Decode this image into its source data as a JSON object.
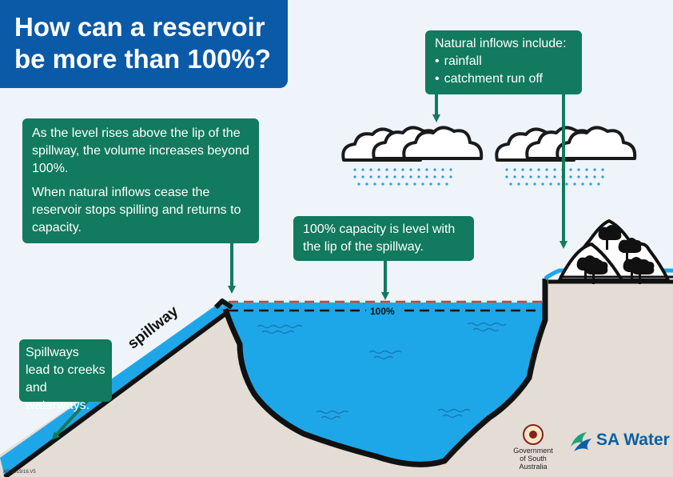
{
  "title": {
    "line1": "How can a reservoir",
    "line2": "be more than 100%?"
  },
  "callouts": {
    "rise": {
      "paragraph1": "As the level rises above the lip of the spillway, the volume increases beyond 100%.",
      "paragraph2": "When natural inflows cease the reservoir stops spilling and returns to capacity."
    },
    "inflows": {
      "heading": "Natural inflows include:",
      "items": [
        "rainfall",
        "catchment run off"
      ]
    },
    "capacity": {
      "text": "100% capacity is level with the lip of the spillway."
    },
    "spillways": {
      "text": "Spillways lead to creeks and waterways."
    }
  },
  "labels": {
    "spillway": "spillway",
    "percent_line": "100%"
  },
  "logos": {
    "government_line1": "Government",
    "government_line2": "of South Australia",
    "sa_water": "SA Water"
  },
  "document_code": "AD.1019/16.V5",
  "colors": {
    "title_bg": "#0a5aa8",
    "callout_bg": "#127a5e",
    "water": "#1ea7e8",
    "ground": "#e4ddd5",
    "overflow_line": "#e53935",
    "capacity_line": "#111111"
  },
  "icons": [
    "cloud-icon",
    "rain-icon",
    "mountain-icon",
    "tree-icon",
    "arrow-icon"
  ]
}
